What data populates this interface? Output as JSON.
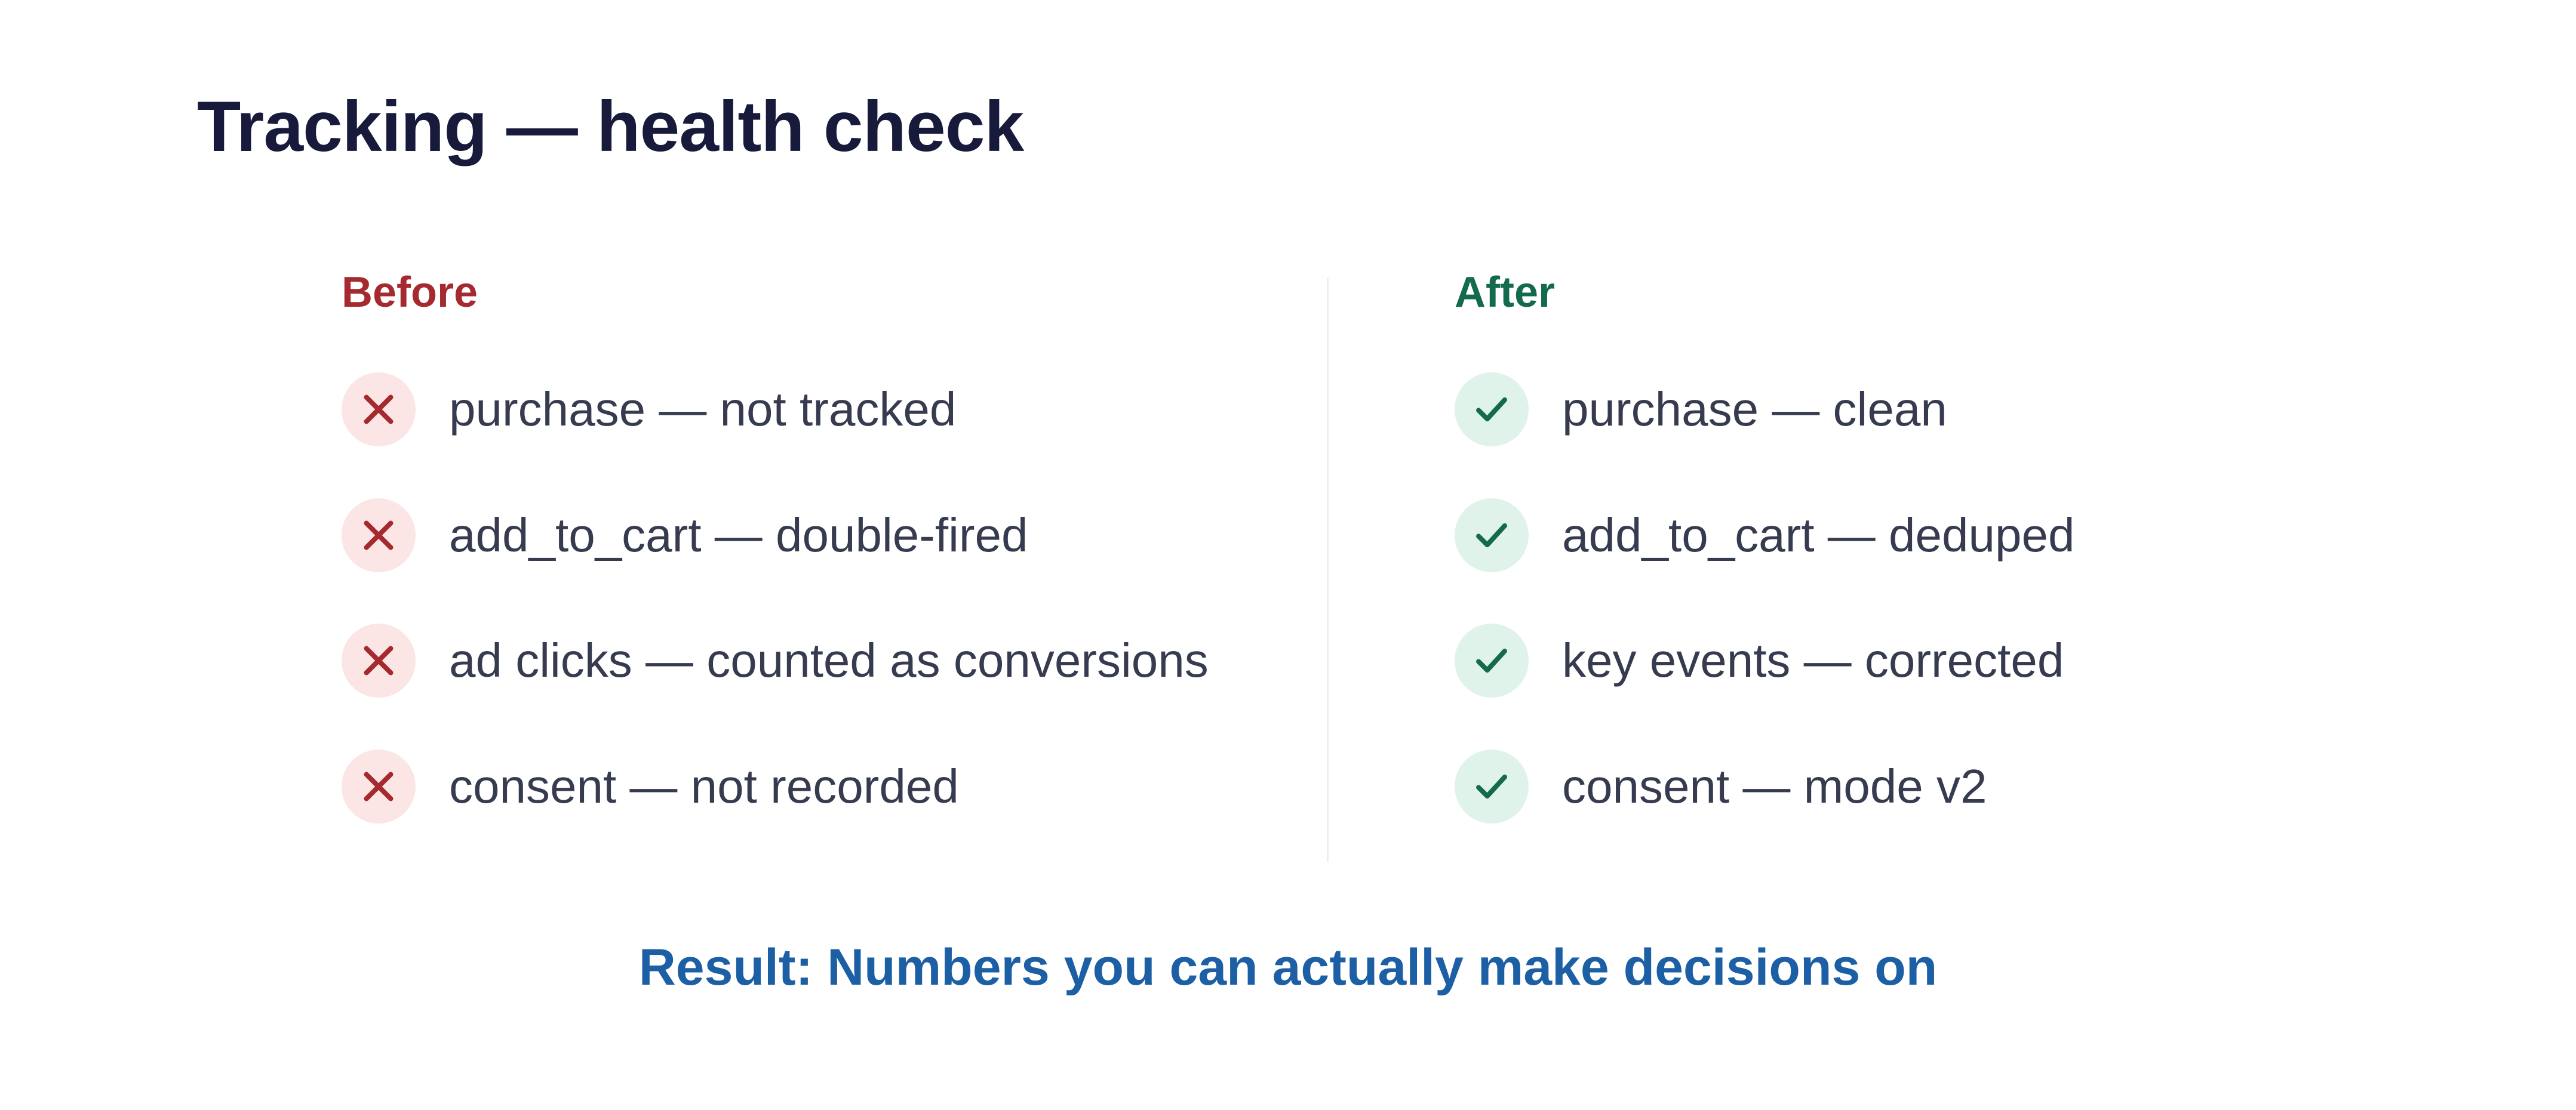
{
  "title": "Tracking — health check",
  "before": {
    "heading": "Before",
    "icon": "x-icon",
    "accent_color": "#a52a2f",
    "items": [
      {
        "text": "purchase — not tracked"
      },
      {
        "text": "add_to_cart — double-fired"
      },
      {
        "text": "ad clicks — counted as conversions"
      },
      {
        "text": "consent — not recorded"
      }
    ]
  },
  "after": {
    "heading": "After",
    "icon": "check-icon",
    "accent_color": "#146a4c",
    "items": [
      {
        "text": "purchase — clean"
      },
      {
        "text": "add_to_cart — deduped"
      },
      {
        "text": "key events — corrected"
      },
      {
        "text": "consent — mode v2"
      }
    ]
  },
  "result": "Result: Numbers you can actually make decisions on",
  "colors": {
    "title": "#181a3c",
    "result": "#1c5fa4",
    "x_badge_bg": "#fbe5e5",
    "check_badge_bg": "#dff3ea"
  }
}
